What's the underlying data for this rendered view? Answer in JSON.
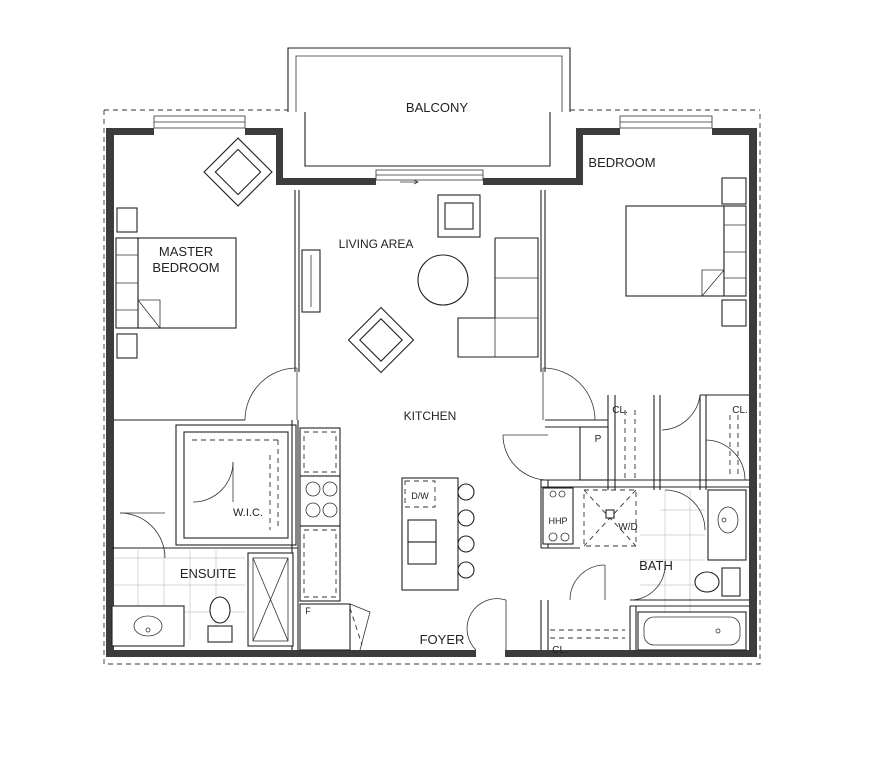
{
  "rooms": {
    "balcony": "BALCONY",
    "bedroom": "BEDROOM",
    "living_area": "LIVING AREA",
    "master_bedroom_line1": "MASTER",
    "master_bedroom_line2": "BEDROOM",
    "kitchen": "KITCHEN",
    "wic": "W.I.C.",
    "ensuite": "ENSUITE",
    "foyer": "FOYER",
    "bath": "BATH"
  },
  "fixtures": {
    "closet_left": "CL.",
    "closet_right": "CL.",
    "closet_foyer": "CL.",
    "pantry": "P",
    "dishwasher": "D/W",
    "hhp": "HHP",
    "washer_dryer": "W/D",
    "fridge": "F"
  },
  "colors": {
    "wall": "#3c3c3c",
    "line": "#222222",
    "tile": "#c8c8c8",
    "background": "#ffffff"
  }
}
